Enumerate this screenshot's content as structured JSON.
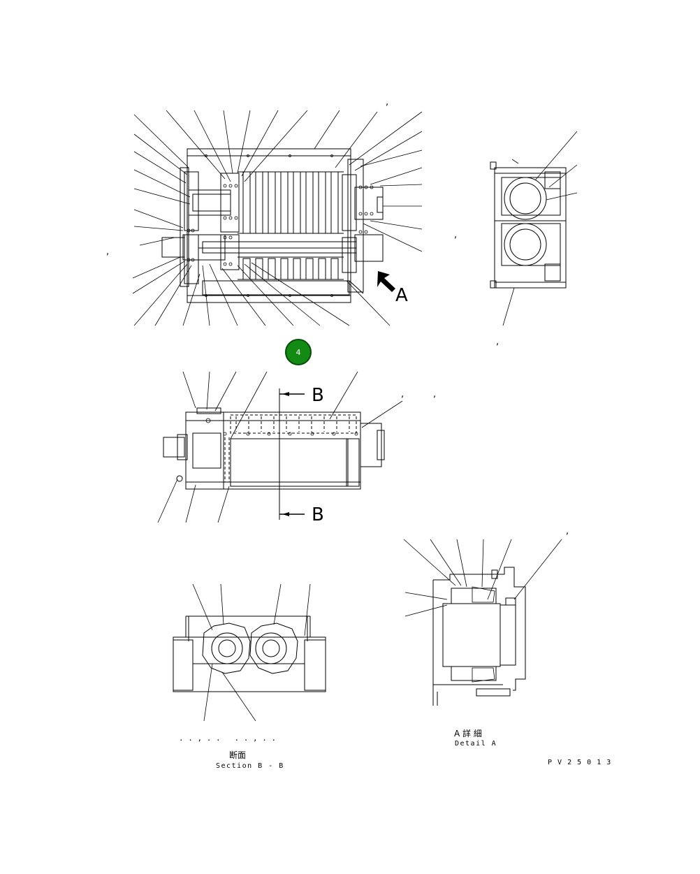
{
  "view_a_label": "A",
  "section_b_label": "B",
  "callout_badge": "4",
  "callout_badge_color": "#138a13",
  "section_caption_jp": "断面",
  "section_caption_en": "Section B - B",
  "section_dots": ". . , . .   . . , . .",
  "detail_caption_jp": "A 詳 細",
  "detail_caption_en": "Detail A",
  "drawing_number": "P V 2 5 0 1 3",
  "comma_mark": ","
}
